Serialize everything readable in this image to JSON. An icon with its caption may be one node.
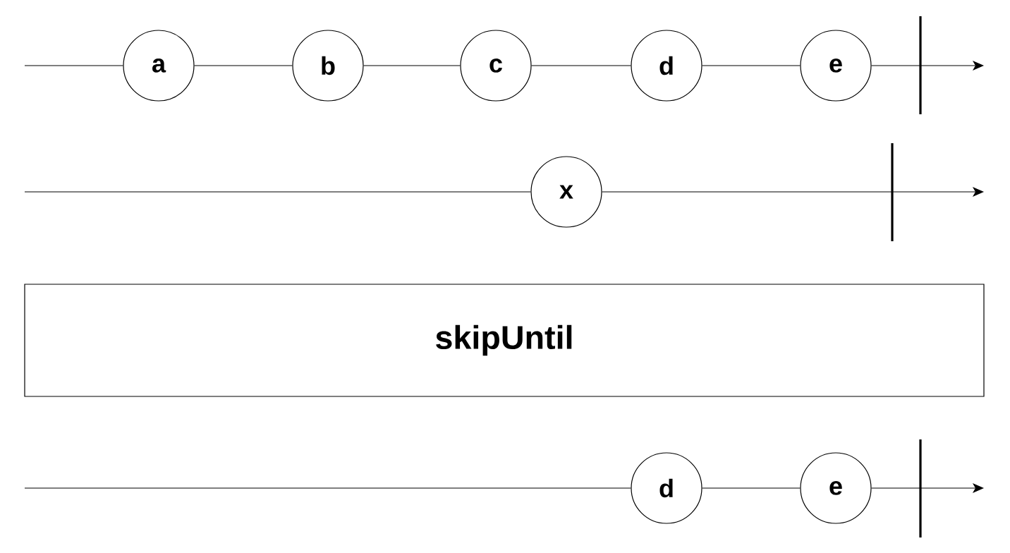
{
  "diagram": {
    "nodes": [
      {
        "text": [
          "a"
        ]
      },
      {
        "text": [
          "b"
        ]
      },
      {
        "text": [
          "c"
        ]
      },
      {
        "text": [
          "d"
        ]
      },
      {
        "text": [
          "e"
        ]
      },
      {
        "text": [
          "x"
        ]
      },
      {
        "text": [
          "skipUntil"
        ]
      },
      {
        "text": [
          "d"
        ]
      },
      {
        "text": [
          "e"
        ]
      }
    ],
    "edges": [
      {
        "from": null,
        "to": 0,
        "arrow": "none"
      },
      {
        "from": 0,
        "to": 1,
        "arrow": "none"
      },
      {
        "from": 1,
        "to": 2,
        "arrow": "none"
      },
      {
        "from": 2,
        "to": 3,
        "arrow": "none"
      },
      {
        "from": 3,
        "to": 4,
        "arrow": "none"
      },
      {
        "from": 4,
        "to": null,
        "arrow": "to"
      },
      {
        "from": null,
        "to": 5,
        "arrow": "none"
      },
      {
        "from": 5,
        "to": null,
        "arrow": "to"
      },
      {
        "from": null,
        "to": 7,
        "arrow": "none"
      },
      {
        "from": 7,
        "to": 8,
        "arrow": "none"
      },
      {
        "from": 8,
        "to": null,
        "arrow": "to"
      }
    ]
  }
}
